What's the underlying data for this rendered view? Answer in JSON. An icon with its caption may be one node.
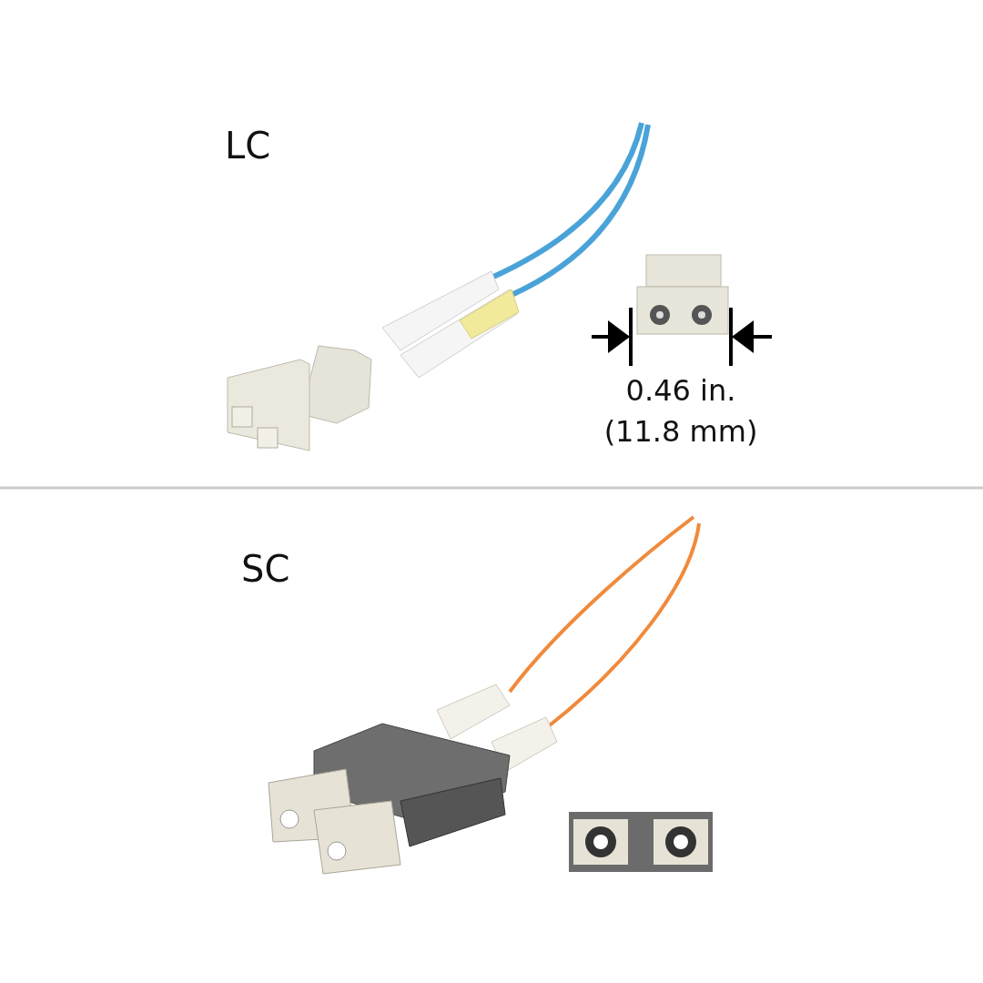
{
  "diagram": {
    "labels": [
      "LC",
      "0.46 in.",
      "(11.8 mm)",
      "SC"
    ]
  }
}
